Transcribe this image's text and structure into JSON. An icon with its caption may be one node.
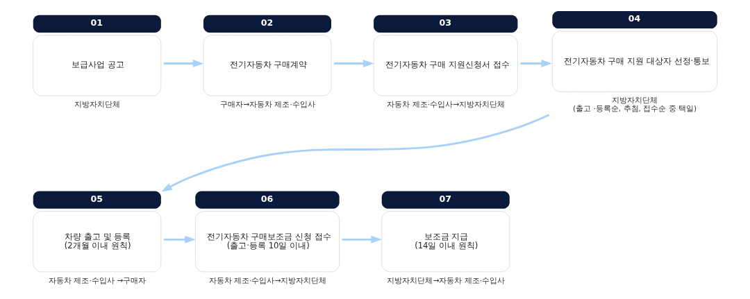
{
  "diagram": {
    "nodes": [
      {
        "text": [
          "01",
          "보급사업 공고"
        ],
        "beside": [
          "지방자치단체"
        ]
      },
      {
        "text": [
          "02",
          "전기자동차 구매계약"
        ],
        "beside": [
          "구매자→자동차 제조·수입사"
        ]
      },
      {
        "text": [
          "03",
          "전기자동차 구매 지원신청서 접수"
        ],
        "beside": [
          "자동차 제조·수입사→지방자치단체"
        ]
      },
      {
        "text": [
          "04",
          "전기자동차 구매 지원 대상자 선정·통보"
        ],
        "beside": [
          "지방자치단체",
          "(출고 ·등록순, 추첨, 접수순 중 택일)"
        ]
      },
      {
        "text": [
          "05",
          "차량 출고 및 등록",
          "(2개월 이내 원칙)"
        ],
        "beside": [
          "자동차 제조·수입사 →구매자"
        ]
      },
      {
        "text": [
          "06",
          "전기자동차 구매보조금 신청 접수",
          "(출고·등록 10일 이내)"
        ],
        "beside": [
          "자동차 제조·수입사→지방자치단체"
        ]
      },
      {
        "text": [
          "07",
          "보조금 지급",
          "(14일 이내 원칙)"
        ],
        "beside": [
          "지방자치단체→자동차 제조·수입사"
        ]
      }
    ],
    "edges": [
      {
        "from": 0,
        "to": 1,
        "arrow": "to"
      },
      {
        "from": 1,
        "to": 2,
        "arrow": "to"
      },
      {
        "from": 2,
        "to": 3,
        "arrow": "to"
      },
      {
        "from": 3,
        "to": 4,
        "arrow": "to"
      },
      {
        "from": 4,
        "to": 5,
        "arrow": "to"
      },
      {
        "from": 5,
        "to": 6,
        "arrow": "to"
      }
    ]
  }
}
